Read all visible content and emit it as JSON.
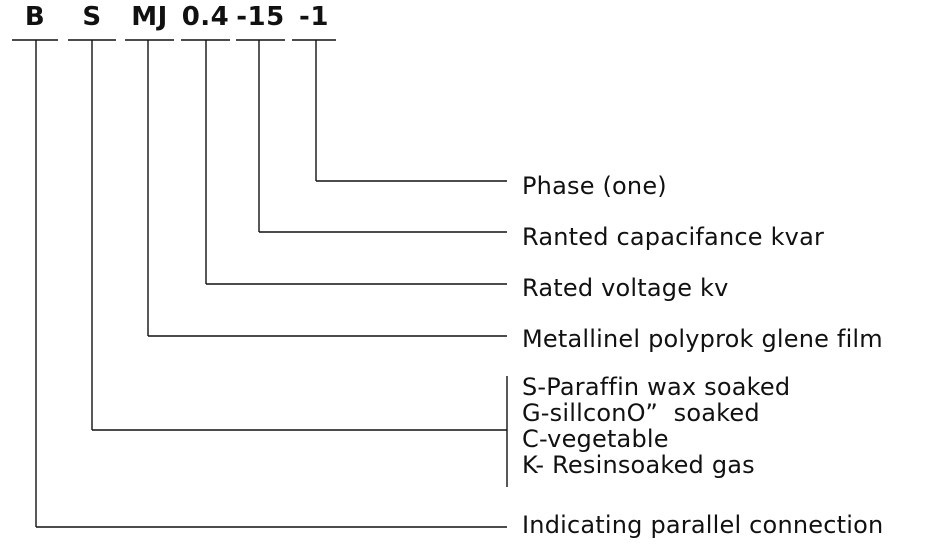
{
  "codes": {
    "c1": "B",
    "c2": "S",
    "c3": "MJ",
    "c4": "0.4",
    "c5": "-15",
    "c6": "-1"
  },
  "descriptions": {
    "phase": "Phase (one)",
    "capacitance": "Ranted capacifance kvar",
    "voltage": "Rated voltage kv",
    "film": "Metallinel polyprok glene film",
    "impregnant": [
      "S-Paraffin wax soaked",
      "G-sillconO”  soaked",
      "C-vegetable",
      "K- Resinsoaked gas"
    ],
    "connection": "Indicating parallel connection"
  }
}
